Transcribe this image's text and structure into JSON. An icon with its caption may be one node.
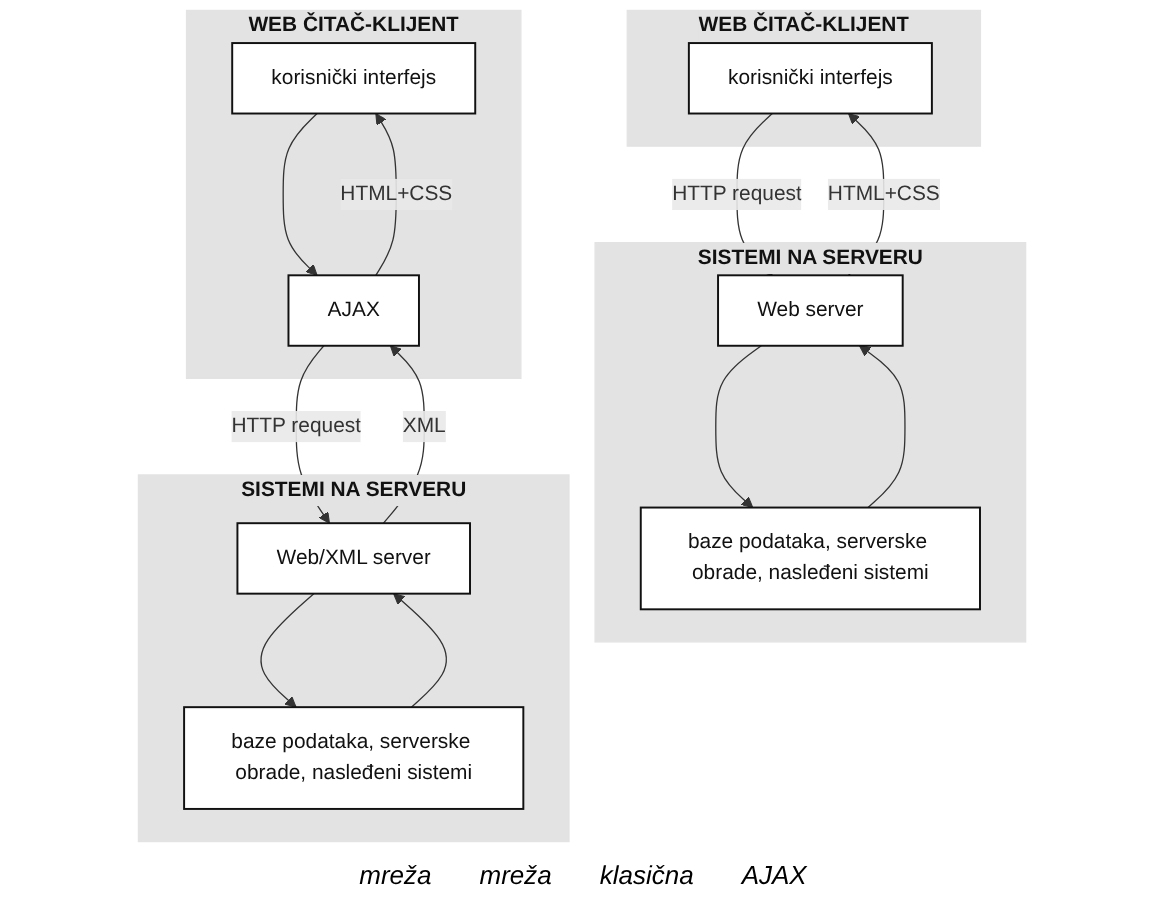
{
  "diagram": {
    "nodes": [
      {
        "text": [
          "WEB ČITAČ-KLIJENT"
        ]
      },
      {
        "text": [
          "korisnički interfejs"
        ],
        "in": 0
      },
      {
        "text": [
          "SISTEMI NA SERVERU"
        ]
      },
      {
        "text": [
          "Web server"
        ],
        "in": 2
      },
      {
        "text": [
          "baze podataka, serverske obrade, nasleđeni sistemi"
        ],
        "in": 2
      },
      {
        "text": [
          "WEB ČITAČ-KLIJENT"
        ]
      },
      {
        "text": [
          "korisnički interfejs"
        ],
        "in": 5
      },
      {
        "text": [
          "AJAX"
        ],
        "in": 5
      },
      {
        "text": [
          "SISTEMI NA SERVERU"
        ]
      },
      {
        "text": [
          "Web/XML server"
        ],
        "in": 8
      },
      {
        "text": [
          "baze podataka, serverske obrade, nasleđeni sistemi"
        ],
        "in": 8
      }
    ],
    "edges": [
      {
        "from": 1,
        "to": 3,
        "arrow": "to",
        "label": "HTTP request"
      },
      {
        "from": 3,
        "to": 1,
        "arrow": "to",
        "label": "HTML+CSS"
      },
      {
        "from": 3,
        "to": 4,
        "arrow": "to"
      },
      {
        "from": 4,
        "to": 3,
        "arrow": "to"
      },
      {
        "from": 6,
        "to": 7,
        "arrow": "to"
      },
      {
        "from": 7,
        "to": 6,
        "arrow": "to",
        "label": "HTML+CSS"
      },
      {
        "from": 7,
        "to": 9,
        "arrow": "to",
        "label": "HTTP request"
      },
      {
        "from": 9,
        "to": 7,
        "arrow": "to",
        "label": "XML"
      },
      {
        "from": 9,
        "to": 10,
        "arrow": "to"
      },
      {
        "from": 10,
        "to": 9,
        "arrow": "to"
      }
    ],
    "labels": [
      "mreža",
      "mreža",
      "klasična",
      "AJAX"
    ]
  }
}
